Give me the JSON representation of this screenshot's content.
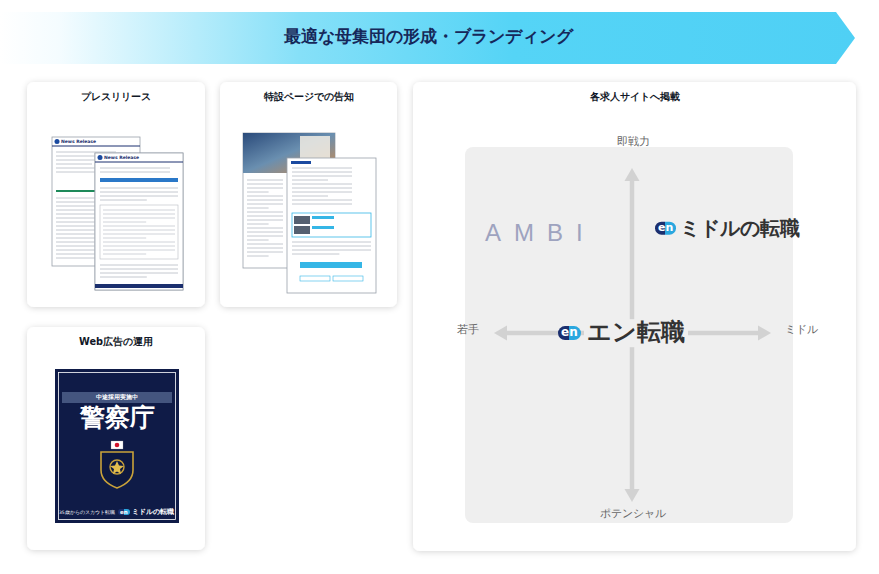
{
  "diagram": {
    "title": "最適な母集団の形成・ブランディング",
    "nodes": [
      {
        "text": [
          "プレスリリース"
        ]
      },
      {
        "text": [
          "特設ページでの告知"
        ]
      },
      {
        "text": [
          "Web広告の運用"
        ]
      },
      {
        "text": [
          "各求人サイトへ掲載"
        ]
      },
      {
        "text": [
          "中途採用実施中",
          "警察庁",
          "35歳からのスカウト転職",
          "en",
          "ミドルの転職"
        ],
        "in": 2
      }
    ],
    "labels": [
      "News Release",
      "News Release",
      "即戦力",
      "若手",
      "ミドル",
      "ポテンシャル",
      "AMBI",
      "en",
      "ミドルの転職",
      "en",
      "エン転職"
    ]
  }
}
